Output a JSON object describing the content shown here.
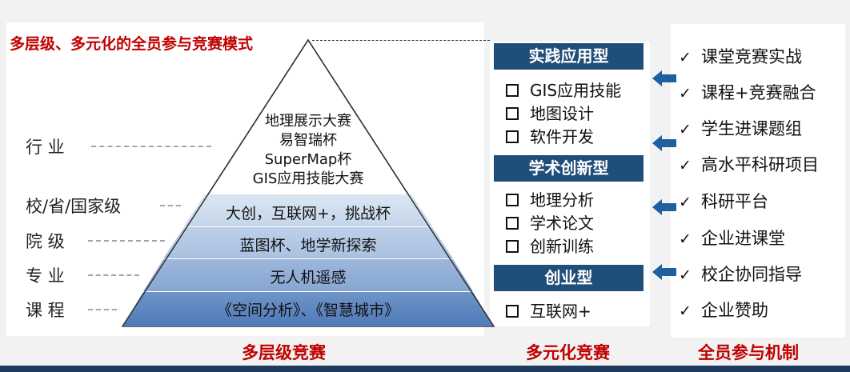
{
  "title": "多层级、多元化的全员参与竞赛模式",
  "levels": [
    "行 业",
    "校/省/国家级",
    "院 级",
    "专 业",
    "课 程"
  ],
  "pyramid": {
    "top_lines": [
      "地理展示大赛",
      "易智瑞杯",
      "SuperMap杯",
      "GIS应用技能大赛"
    ],
    "tiers": [
      "大创，互联网+，挑战杯",
      "蓝图杯、地学新探索",
      "无人机遥感",
      "《空间分析》、《智慧城市》"
    ]
  },
  "categories": [
    {
      "title": "实践应用型",
      "items": [
        "GIS应用技能",
        "地图设计",
        "软件开发"
      ]
    },
    {
      "title": "学术创新型",
      "items": [
        "地理分析",
        "学术论文",
        "创新训练"
      ]
    },
    {
      "title": "创业型",
      "items": [
        "互联网+"
      ]
    }
  ],
  "mechanisms": [
    "课堂竞赛实战",
    "课程+竞赛融合",
    "学生进课题组",
    "高水平科研项目",
    "科研平台",
    "企业进课堂",
    "校企协同指导",
    "企业赞助"
  ],
  "check_symbol": "✓",
  "footer": {
    "left": "多层级竞赛",
    "middle": "多元化竞赛",
    "right": "全员参与机制"
  },
  "colors": {
    "red": "#c00000",
    "navy": "#1f4e79",
    "arrow": "#1f5f9e"
  }
}
